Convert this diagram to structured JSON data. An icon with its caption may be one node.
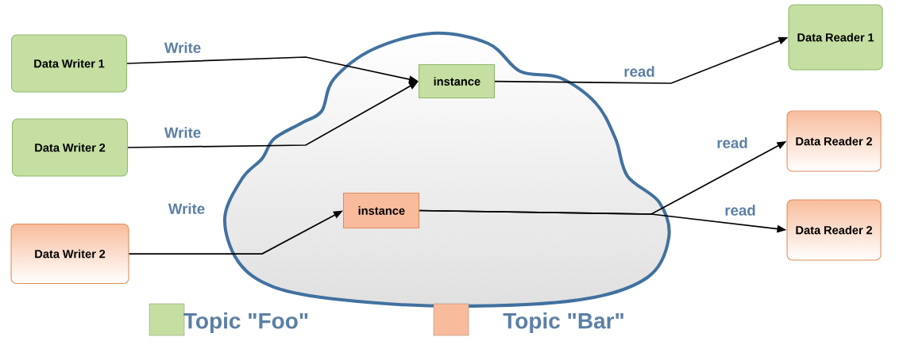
{
  "diagram": {
    "nodes": [
      {
        "text": [
          "Data Writer 1"
        ]
      },
      {
        "text": [
          "Data Writer 2"
        ]
      },
      {
        "text": [
          "Data Writer 2"
        ]
      },
      {
        "text": [],
        "shape": "cloud"
      },
      {
        "text": [
          "instance"
        ],
        "in": 3
      },
      {
        "text": [
          "instance"
        ],
        "in": 3
      },
      {
        "text": [
          "Data Reader 1"
        ]
      },
      {
        "text": [
          "Data Reader 2"
        ]
      },
      {
        "text": [
          "Data Reader 2"
        ]
      }
    ],
    "edges": [
      {
        "from": 0,
        "to": 4,
        "arrow": "to",
        "label": "Write"
      },
      {
        "from": 1,
        "to": 4,
        "arrow": "to",
        "label": "Write"
      },
      {
        "from": 2,
        "to": 5,
        "arrow": "to",
        "label": "Write"
      },
      {
        "from": 4,
        "to": 6,
        "arrow": "to",
        "label": "read"
      },
      {
        "from": 5,
        "to": 7,
        "arrow": "to",
        "label": "read"
      },
      {
        "from": 5,
        "to": 8,
        "arrow": "to",
        "label": "read"
      }
    ],
    "legend": [
      {
        "text": "Topic \"Foo\"",
        "color": "#c5dfa2"
      },
      {
        "text": "Topic \"Bar\"",
        "color": "#f8bc9c"
      }
    ]
  }
}
